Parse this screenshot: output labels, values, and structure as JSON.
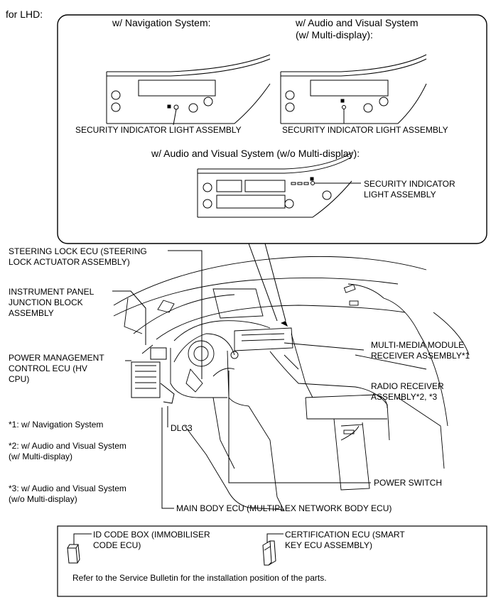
{
  "header": {
    "variant": "for LHD:"
  },
  "callout": {
    "nav_title": "w/ Navigation System:",
    "av_multi_title_1": "w/ Audio and Visual System",
    "av_multi_title_2": "(w/ Multi-display):",
    "av_nomulti_title": "w/ Audio and Visual System (w/o Multi-display):",
    "security_label_nav": "SECURITY INDICATOR LIGHT ASSEMBLY",
    "security_label_av": "SECURITY INDICATOR LIGHT ASSEMBLY",
    "security_label_nomulti_1": "SECURITY INDICATOR",
    "security_label_nomulti_2": "LIGHT ASSEMBLY"
  },
  "components": {
    "steering_lock_1": "STEERING LOCK ECU (STEERING",
    "steering_lock_2": "LOCK ACTUATOR ASSEMBLY)",
    "ip_junction_1": "INSTRUMENT PANEL",
    "ip_junction_2": "JUNCTION BLOCK",
    "ip_junction_3": "ASSEMBLY",
    "power_mgmt_1": "POWER MANAGEMENT",
    "power_mgmt_2": "CONTROL ECU (HV",
    "power_mgmt_3": "CPU)",
    "multimedia_1": "MULTI-MEDIA MODULE",
    "multimedia_2": "RECEIVER ASSEMBLY*1",
    "radio_1": "RADIO RECEIVER",
    "radio_2": "ASSEMBLY*2, *3",
    "dlc3": "DLC3",
    "power_switch": "POWER SWITCH",
    "main_body_ecu": "MAIN BODY ECU (MULTIPLEX NETWORK BODY ECU)"
  },
  "footnotes": {
    "fn1": "*1: w/ Navigation System",
    "fn2_1": "*2: w/ Audio and Visual System",
    "fn2_2": "(w/ Multi-display)",
    "fn3_1": "*3: w/ Audio and Visual System",
    "fn3_2": "(w/o Multi-display)"
  },
  "bottom_box": {
    "id_code_1": "ID CODE BOX (IMMOBILISER",
    "id_code_2": "CODE ECU)",
    "cert_1": "CERTIFICATION ECU (SMART",
    "cert_2": "KEY ECU ASSEMBLY)",
    "note": "Refer to the Service Bulletin for the installation position of the parts."
  }
}
